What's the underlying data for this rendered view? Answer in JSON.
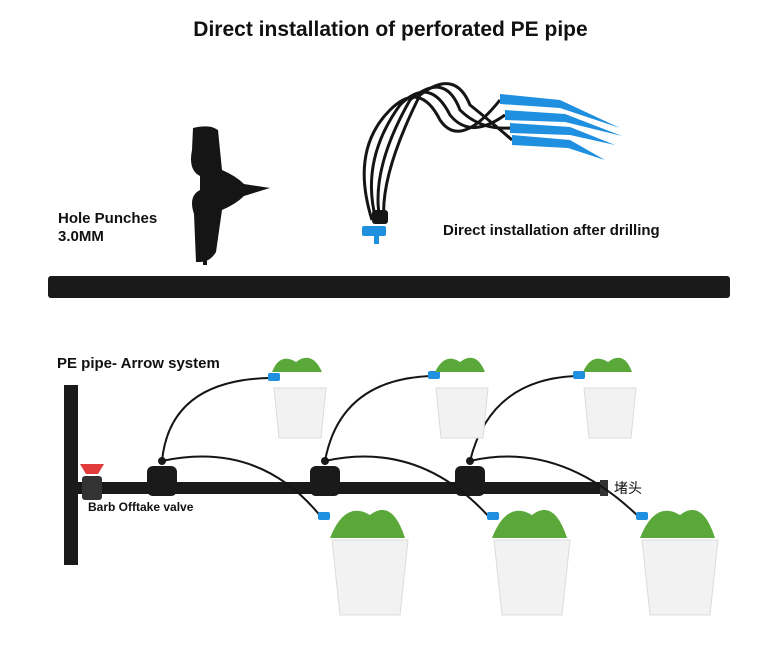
{
  "title": "Direct installation of perforated PE pipe",
  "hole_punch": {
    "line1": "Hole Punches",
    "line2": "3.0MM"
  },
  "drill_caption": "Direct installation after drilling",
  "system_title": "PE pipe- Arrow system",
  "valve_label": "Barb Offtake valve",
  "end_cap_label": "堵头",
  "colors": {
    "pipe": "#1a1a1a",
    "dripper": "#1f8fe0",
    "valve": "#e23b3b",
    "pot": "#f2f2f2",
    "plant": "#5aa83a"
  }
}
